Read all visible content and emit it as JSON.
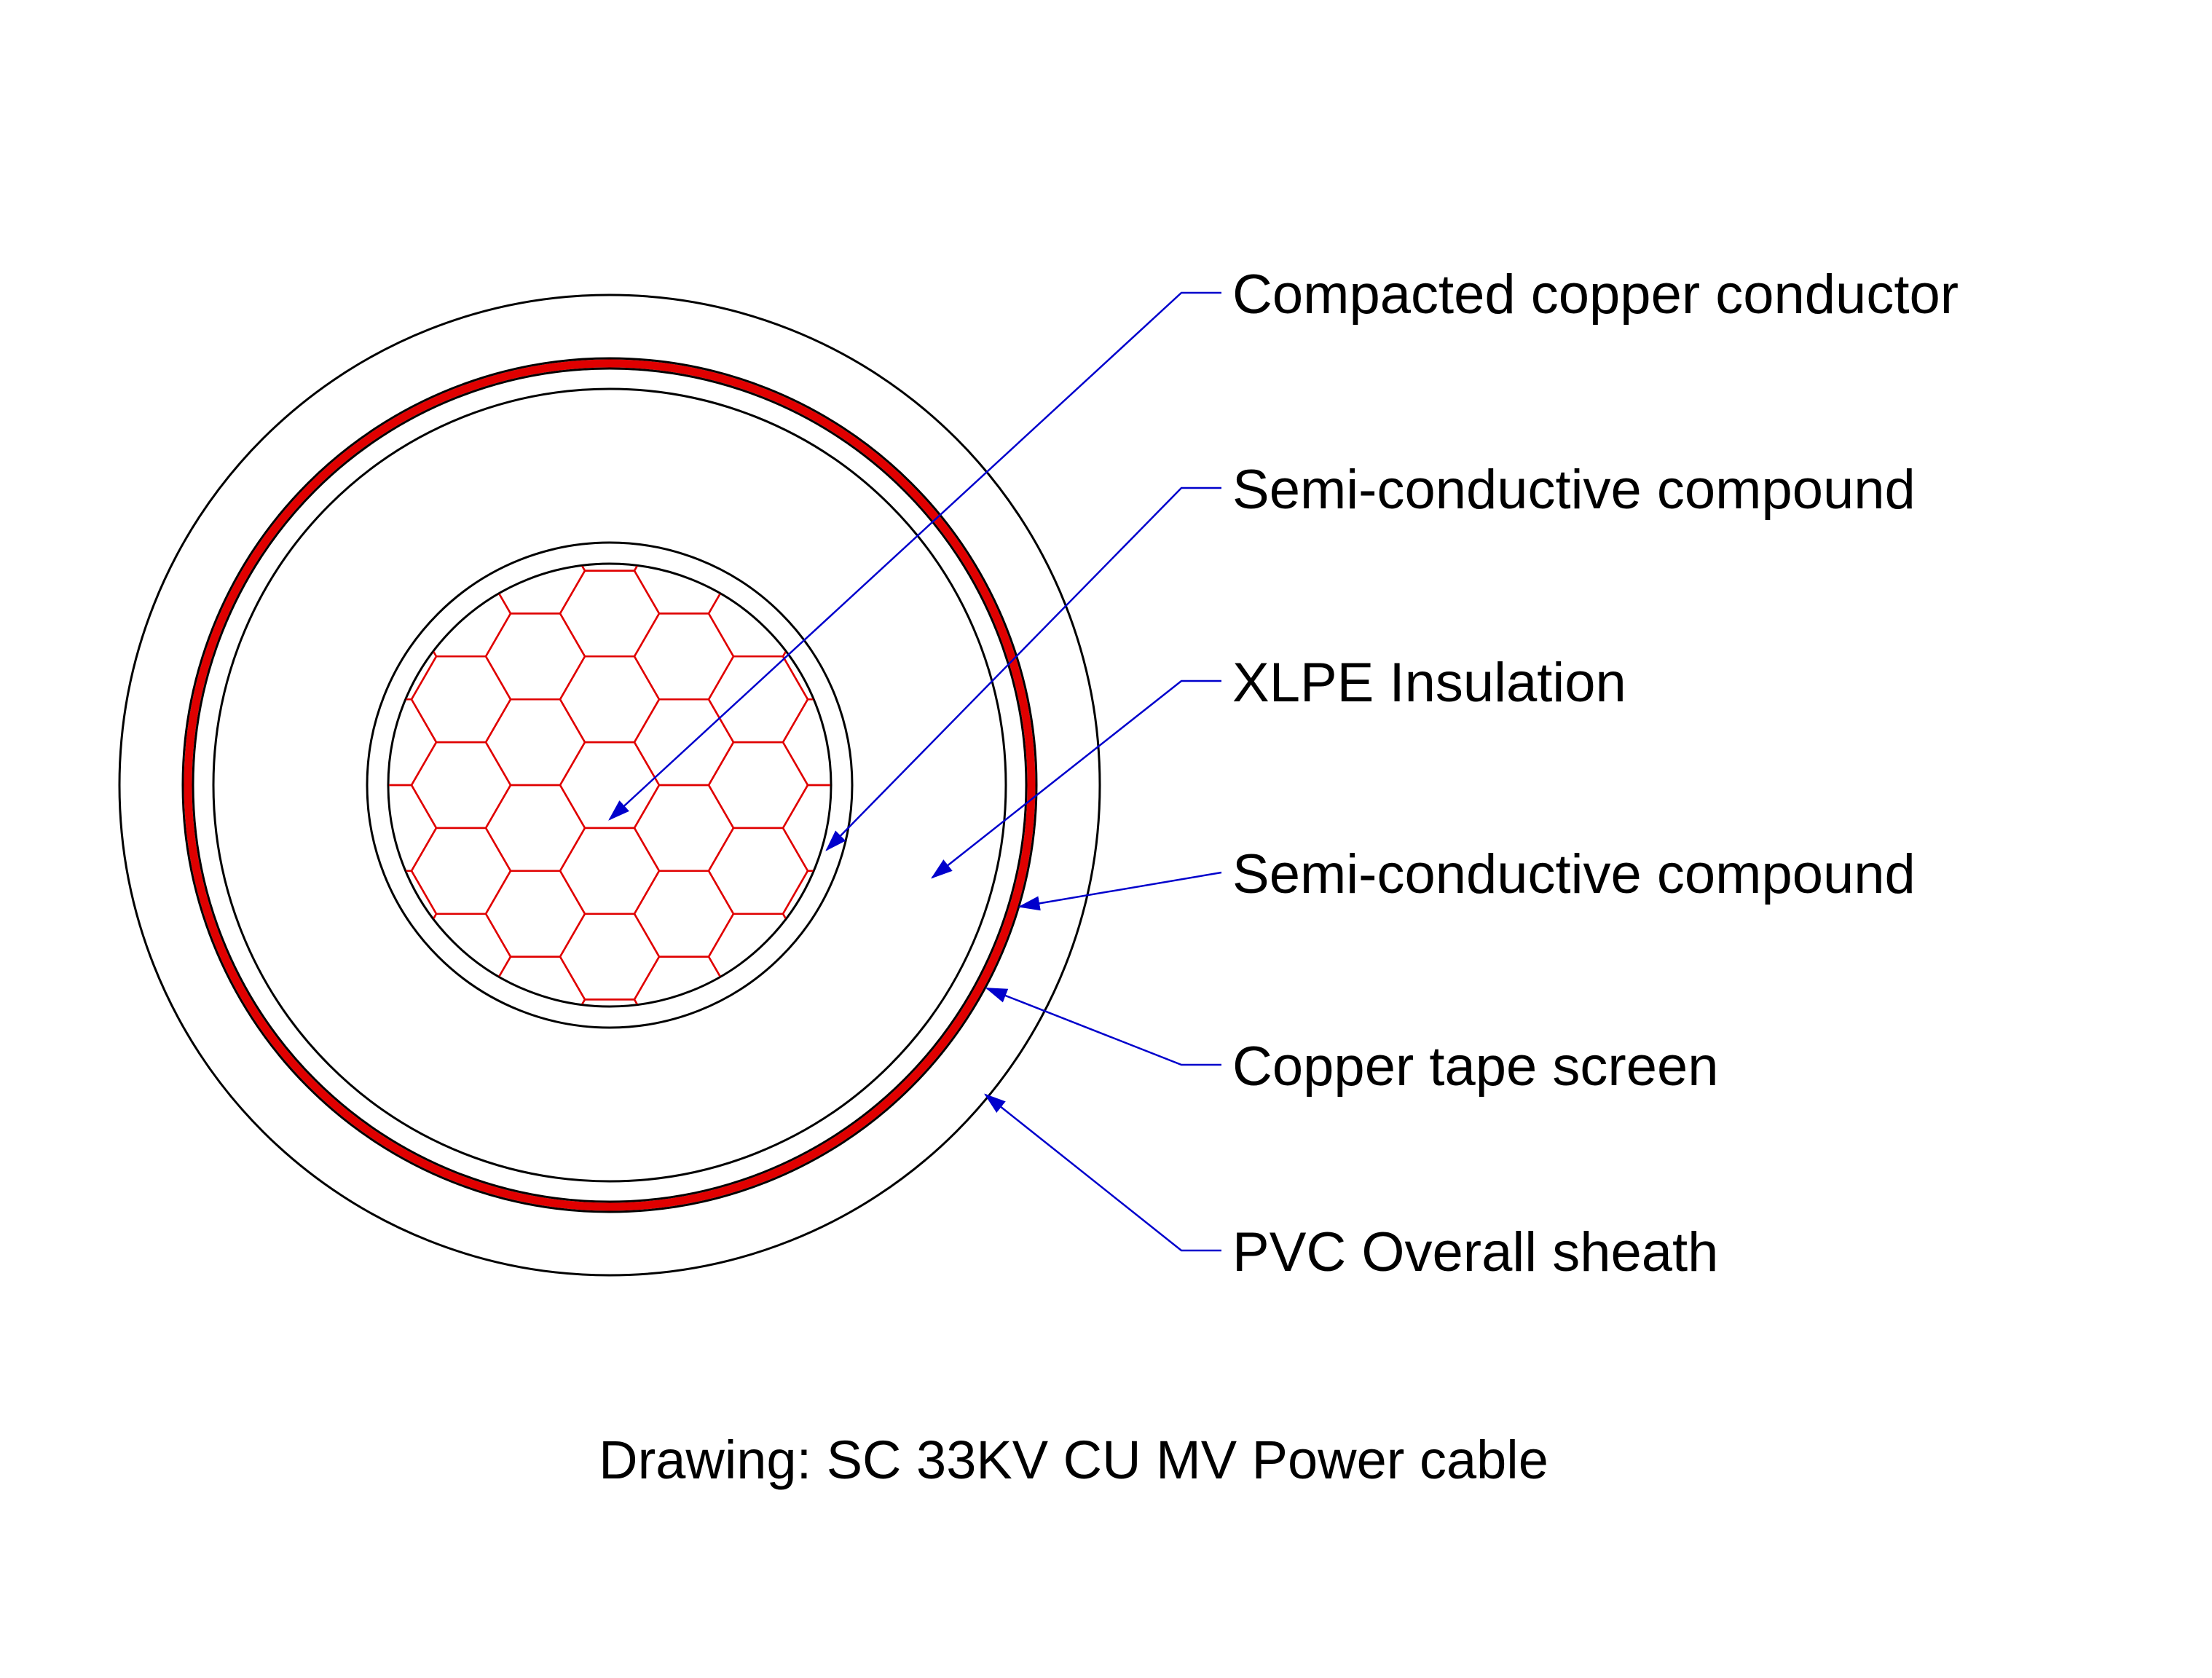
{
  "callouts": [
    {
      "id": "conductor",
      "label": "Compacted copper conductor"
    },
    {
      "id": "inner-semicon",
      "label": "Semi-conductive compound"
    },
    {
      "id": "insulation",
      "label": "XLPE Insulation"
    },
    {
      "id": "outer-semicon",
      "label": "Semi-conductive compound"
    },
    {
      "id": "copper-tape",
      "label": "Copper tape screen"
    },
    {
      "id": "sheath",
      "label": "PVC Overall sheath"
    }
  ],
  "caption": "Drawing: SC 33KV CU MV Power cable",
  "colors": {
    "outline": "#000000",
    "copper": "#e00000",
    "leader": "#0000cc",
    "background": "#ffffff"
  },
  "icons": {
    "arrowhead": "arrowhead-icon"
  }
}
